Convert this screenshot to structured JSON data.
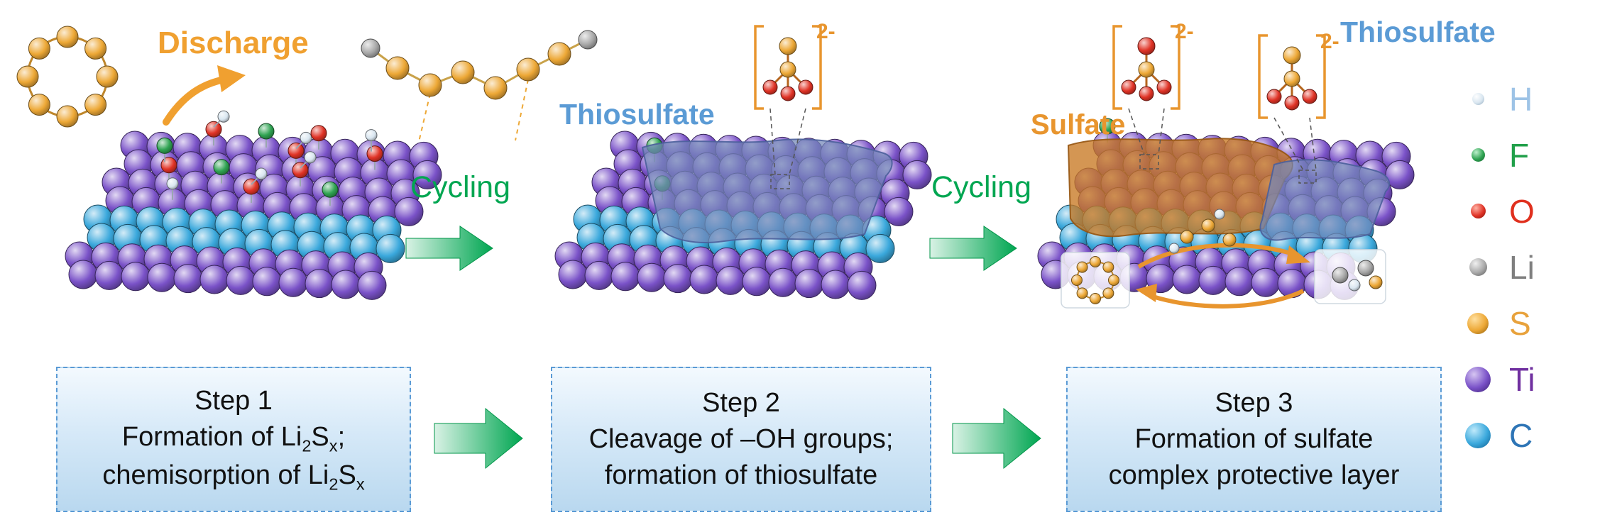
{
  "figure": {
    "discharge_label": "Discharge",
    "cycling_label_1": "Cycling",
    "cycling_label_2": "Cycling",
    "panel2": {
      "thiosulfate_label": "Thiosulfate",
      "ion_charge": "2-"
    },
    "panel3": {
      "sulfate_label": "Sulfate",
      "thiosulfate_label": "Thiosulfate",
      "sulfate_ion_charge": "2-",
      "thiosulfate_ion_charge": "2-"
    }
  },
  "legend": {
    "items": [
      {
        "symbol": "H",
        "color": "#9dc3e6"
      },
      {
        "symbol": "F",
        "color": "#21a04a"
      },
      {
        "symbol": "O",
        "color": "#e0301e"
      },
      {
        "symbol": "Li",
        "color": "#7f7f7f"
      },
      {
        "symbol": "S",
        "color": "#e8a23c"
      },
      {
        "symbol": "Ti",
        "color": "#7030a0"
      },
      {
        "symbol": "C",
        "color": "#2e75b6"
      }
    ]
  },
  "steps": [
    {
      "title": "Step 1",
      "line2_parts": [
        "Formation of Li",
        "2",
        "S",
        "x",
        ";"
      ],
      "line3_parts": [
        "chemisorption of Li",
        "2",
        "S",
        "x"
      ]
    },
    {
      "title": "Step 2",
      "line2": "Cleavage of –OH groups;",
      "line3": "formation of thiosulfate"
    },
    {
      "title": "Step 3",
      "line2": "Formation of sulfate",
      "line3": "complex protective layer"
    }
  ],
  "colors": {
    "H": "#d9e6f0",
    "F": "#2fa352",
    "O": "#e03326",
    "Li": "#a8a8a8",
    "S": "#eda836",
    "Ti": "#7a52c8",
    "C": "#3aa8dc",
    "cycling_green": "#00a651",
    "label_orange": "#f0a030",
    "label_blue": "#5b9bd5",
    "sulfate_orange": "#e8952e",
    "box_border": "#5b9bd5"
  }
}
